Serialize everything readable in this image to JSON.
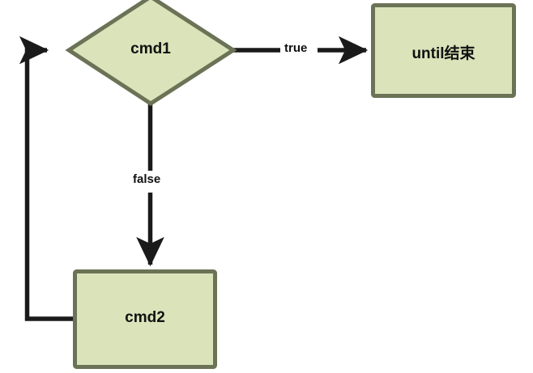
{
  "diagram": {
    "type": "flowchart",
    "title": "until loop flowchart",
    "colors": {
      "node_fill": "#dae3ba",
      "node_border": "#6b7356",
      "edge": "#1a1a1a",
      "label_text": "#111111",
      "background": "#ffffff"
    },
    "nodes": [
      {
        "id": "cmd1",
        "shape": "diamond",
        "label": "cmd1",
        "role": "decision"
      },
      {
        "id": "until_end",
        "shape": "rectangle",
        "label": "until结束",
        "role": "terminator"
      },
      {
        "id": "cmd2",
        "shape": "rectangle",
        "label": "cmd2",
        "role": "process"
      }
    ],
    "edges": [
      {
        "from": "cmd1",
        "to": "until_end",
        "label": "true",
        "direction": "right"
      },
      {
        "from": "cmd1",
        "to": "cmd2",
        "label": "false",
        "direction": "down"
      },
      {
        "from": "cmd2",
        "to": "cmd1",
        "label": "",
        "direction": "loop-back-left"
      }
    ]
  }
}
